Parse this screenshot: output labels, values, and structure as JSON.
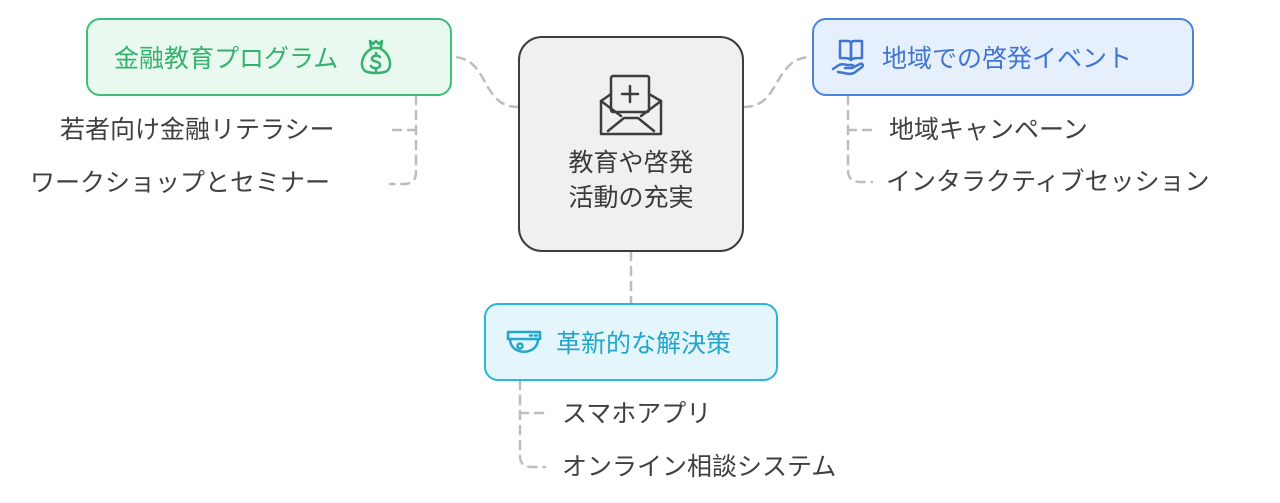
{
  "diagram": {
    "center": {
      "title_line1": "教育や啓発",
      "title_line2": "活動の充実",
      "icon": "envelope-plus-icon"
    },
    "branches": [
      {
        "label": "金融教育プログラム",
        "icon": "money-bag-icon",
        "color": "#3dbd79",
        "children": [
          "若者向け金融リテラシー",
          "ワークショップとセミナー"
        ]
      },
      {
        "label": "地域での啓発イベント",
        "icon": "book-hand-icon",
        "color": "#4a84dc",
        "children": [
          "地域キャンペーン",
          "インタラクティブセッション"
        ]
      },
      {
        "label": "革新的な解決策",
        "icon": "security-camera-icon",
        "color": "#2bb6dc",
        "children": [
          "スマホアプリ",
          "オンライン相談システム"
        ]
      }
    ],
    "colors": {
      "center_border": "#3d3d3d",
      "center_fill": "#f0f0f0",
      "connector": "#bdbdbd",
      "leaf_text": "#404040"
    }
  }
}
